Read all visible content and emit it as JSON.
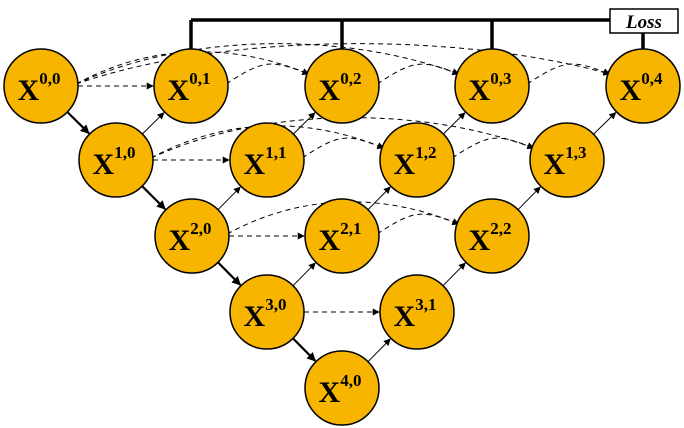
{
  "loss": {
    "label": "Loss"
  },
  "nodes": [
    {
      "id": "0-0",
      "base": "X",
      "sup": "0,0"
    },
    {
      "id": "0-1",
      "base": "X",
      "sup": "0,1"
    },
    {
      "id": "0-2",
      "base": "X",
      "sup": "0,2"
    },
    {
      "id": "0-3",
      "base": "X",
      "sup": "0,3"
    },
    {
      "id": "0-4",
      "base": "X",
      "sup": "0,4"
    },
    {
      "id": "1-0",
      "base": "X",
      "sup": "1,0"
    },
    {
      "id": "1-1",
      "base": "X",
      "sup": "1,1"
    },
    {
      "id": "1-2",
      "base": "X",
      "sup": "1,2"
    },
    {
      "id": "1-3",
      "base": "X",
      "sup": "1,3"
    },
    {
      "id": "2-0",
      "base": "X",
      "sup": "2,0"
    },
    {
      "id": "2-1",
      "base": "X",
      "sup": "2,1"
    },
    {
      "id": "2-2",
      "base": "X",
      "sup": "2,2"
    },
    {
      "id": "3-0",
      "base": "X",
      "sup": "3,0"
    },
    {
      "id": "3-1",
      "base": "X",
      "sup": "3,1"
    },
    {
      "id": "4-0",
      "base": "X",
      "sup": "4,0"
    }
  ],
  "edges": {
    "downsample": [
      [
        "0-0",
        "1-0"
      ],
      [
        "1-0",
        "2-0"
      ],
      [
        "2-0",
        "3-0"
      ],
      [
        "3-0",
        "4-0"
      ]
    ],
    "upsample": [
      [
        "1-0",
        "0-1"
      ],
      [
        "1-1",
        "0-2"
      ],
      [
        "1-2",
        "0-3"
      ],
      [
        "1-3",
        "0-4"
      ],
      [
        "2-0",
        "1-1"
      ],
      [
        "2-1",
        "1-2"
      ],
      [
        "2-2",
        "1-3"
      ],
      [
        "3-0",
        "2-1"
      ],
      [
        "3-1",
        "2-2"
      ],
      [
        "4-0",
        "3-1"
      ]
    ],
    "skip_straight": [
      [
        "0-0",
        "0-1"
      ],
      [
        "1-0",
        "1-1"
      ],
      [
        "2-0",
        "2-1"
      ],
      [
        "3-0",
        "3-1"
      ]
    ],
    "skip_curved": [
      [
        "0-0",
        "0-2"
      ],
      [
        "0-0",
        "0-3"
      ],
      [
        "0-0",
        "0-4"
      ],
      [
        "0-1",
        "0-2"
      ],
      [
        "0-2",
        "0-3"
      ],
      [
        "0-3",
        "0-4"
      ],
      [
        "1-0",
        "1-2"
      ],
      [
        "1-0",
        "1-3"
      ],
      [
        "1-1",
        "1-2"
      ],
      [
        "1-2",
        "1-3"
      ],
      [
        "2-0",
        "2-2"
      ],
      [
        "2-1",
        "2-2"
      ]
    ],
    "loss_taps": [
      "0-1",
      "0-2",
      "0-3",
      "0-4"
    ]
  },
  "colors": {
    "node_fill": "#F7B500",
    "stroke": "#000000"
  }
}
